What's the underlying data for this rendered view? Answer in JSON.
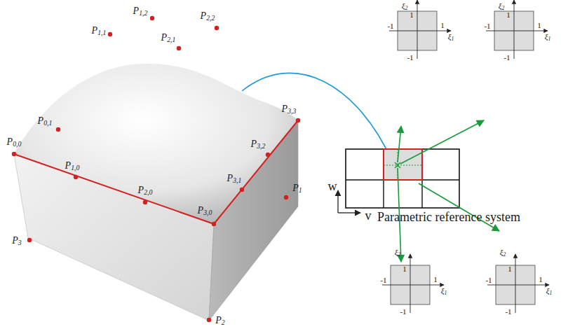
{
  "diagram": {
    "labels": [
      "P1,2",
      "P2,2",
      "P1,1",
      "P2,1",
      "P0,1",
      "P0,0",
      "P3,3",
      "P1,0",
      "P3,2",
      "P3,1",
      "P2,0",
      "P3,0",
      "P1",
      "P3",
      "P2",
      "ξ2",
      "1",
      "1",
      "-1",
      "ξ1",
      "-1",
      "ξ2",
      "1",
      "1",
      "-1",
      "ξ1",
      "-1",
      "w",
      "v",
      "Parametric reference system",
      "ξ2",
      "1",
      "1",
      "-1",
      "ξ1",
      "-1",
      "ξ2",
      "1",
      "1",
      "-1",
      "ξ1",
      "-1"
    ]
  }
}
